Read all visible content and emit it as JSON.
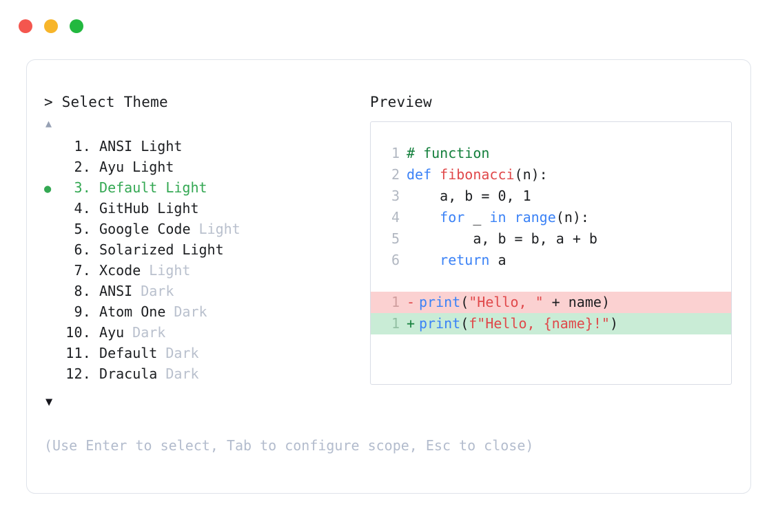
{
  "window": {
    "dots": [
      {
        "name": "close-dot",
        "color": "#f4564e"
      },
      {
        "name": "minimize-dot",
        "color": "#f7b52a"
      },
      {
        "name": "maximize-dot",
        "color": "#22b83f"
      }
    ]
  },
  "prompt": {
    "text": "> Select Theme",
    "scroll_up_icon": "▲",
    "scroll_down_icon": "▼",
    "selected_bullet": "●"
  },
  "theme_list": {
    "selected_index": 3,
    "items": [
      {
        "index": "1.",
        "name": "ANSI",
        "variant": "Light",
        "variant_muted": false,
        "selected": false
      },
      {
        "index": "2.",
        "name": "Ayu",
        "variant": "Light",
        "variant_muted": false,
        "selected": false
      },
      {
        "index": "3.",
        "name": "Default",
        "variant": "Light",
        "variant_muted": false,
        "selected": true
      },
      {
        "index": "4.",
        "name": "GitHub",
        "variant": "Light",
        "variant_muted": false,
        "selected": false
      },
      {
        "index": "5.",
        "name": "Google Code",
        "variant": "Light",
        "variant_muted": true,
        "selected": false
      },
      {
        "index": "6.",
        "name": "Solarized",
        "variant": "Light",
        "variant_muted": false,
        "selected": false
      },
      {
        "index": "7.",
        "name": "Xcode",
        "variant": "Light",
        "variant_muted": true,
        "selected": false
      },
      {
        "index": "8.",
        "name": "ANSI",
        "variant": "Dark",
        "variant_muted": true,
        "selected": false
      },
      {
        "index": "9.",
        "name": "Atom One",
        "variant": "Dark",
        "variant_muted": true,
        "selected": false
      },
      {
        "index": "10.",
        "name": "Ayu",
        "variant": "Dark",
        "variant_muted": true,
        "selected": false
      },
      {
        "index": "11.",
        "name": "Default",
        "variant": "Dark",
        "variant_muted": true,
        "selected": false
      },
      {
        "index": "12.",
        "name": "Dracula",
        "variant": "Dark",
        "variant_muted": true,
        "selected": false
      }
    ]
  },
  "preview": {
    "heading": "Preview",
    "code_lines": [
      {
        "no": "1",
        "tokens": [
          {
            "t": "# function",
            "c": "comment"
          }
        ]
      },
      {
        "no": "2",
        "tokens": [
          {
            "t": "def ",
            "c": "keyword"
          },
          {
            "t": "fibonacci",
            "c": "func"
          },
          {
            "t": "(n):",
            "c": "paren"
          }
        ]
      },
      {
        "no": "3",
        "tokens": [
          {
            "t": "    a, b = 0, 1",
            "c": "plain"
          }
        ]
      },
      {
        "no": "4",
        "tokens": [
          {
            "t": "    ",
            "c": "plain"
          },
          {
            "t": "for",
            "c": "keyword"
          },
          {
            "t": " _ ",
            "c": "plain"
          },
          {
            "t": "in",
            "c": "keyword"
          },
          {
            "t": " ",
            "c": "plain"
          },
          {
            "t": "range",
            "c": "builtin"
          },
          {
            "t": "(n):",
            "c": "paren"
          }
        ]
      },
      {
        "no": "5",
        "tokens": [
          {
            "t": "        a, b = b, a + b",
            "c": "plain"
          }
        ]
      },
      {
        "no": "6",
        "tokens": [
          {
            "t": "    ",
            "c": "plain"
          },
          {
            "t": "return",
            "c": "keyword"
          },
          {
            "t": " a",
            "c": "plain"
          }
        ]
      }
    ],
    "diff_lines": [
      {
        "no": "1",
        "sign": "-",
        "kind": "del",
        "tokens": [
          {
            "t": "print",
            "c": "builtin"
          },
          {
            "t": "(",
            "c": "paren"
          },
          {
            "t": "\"Hello, \"",
            "c": "string"
          },
          {
            "t": " + name",
            "c": "plain"
          },
          {
            "t": ")",
            "c": "paren"
          }
        ]
      },
      {
        "no": "1",
        "sign": "+",
        "kind": "add",
        "tokens": [
          {
            "t": "print",
            "c": "builtin"
          },
          {
            "t": "(",
            "c": "paren"
          },
          {
            "t": "f\"Hello, {name}!\"",
            "c": "string"
          },
          {
            "t": ")",
            "c": "paren"
          }
        ]
      }
    ]
  },
  "hint": {
    "text": "(Use Enter to select, Tab to configure scope, Esc to close)"
  },
  "colors": {
    "accent_green": "#34a853",
    "muted_text": "#b9c0cd",
    "hint_text": "#b3bccd",
    "diff_del_bg": "#fbd1d1",
    "diff_add_bg": "#c9ecd6",
    "card_border": "#dfe3ea",
    "preview_border": "#d8dce5"
  }
}
